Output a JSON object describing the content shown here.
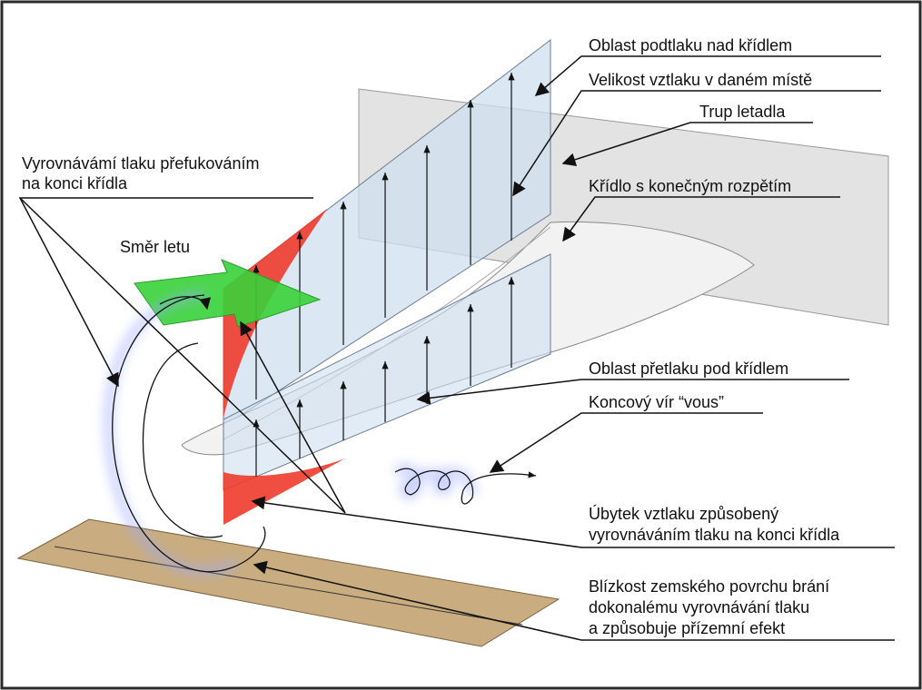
{
  "labels": {
    "suction_region": "Oblast podtlaku nad křídlem",
    "lift_magnitude": "Velikost vztlaku v daném místě",
    "fuselage": "Trup letadla",
    "pressure_equalization_1": "Vyrovnávámí tlaku přefukováním",
    "pressure_equalization_2": "na konci křídla",
    "finite_wing": "Křídlo s konečným rozpětím",
    "flight_direction": "Směr letu",
    "overpressure_region": "Oblast přetlaku pod křídlem",
    "tip_vortex": "Koncový vír “vous”",
    "lift_loss_1": "Úbytek vztlaku způsobený",
    "lift_loss_2": "vyrovnáváním tlaku na konci křídla",
    "ground_effect_1": "Blízkost zemského povrchu brání",
    "ground_effect_2": "dokonalému vyrovnávání tlaku",
    "ground_effect_3": "a způsobuje přízemní efekt"
  },
  "colors": {
    "frame_border": "#2a2a2a",
    "fuselage_plane": "#e3e3e3",
    "wing": "#f2f2f2",
    "lift_panel": "#cfe0f0",
    "loss_region": "#ee3b2c",
    "arrow_green": "#38d13a",
    "ground": "#c9ad80",
    "vortex_glow": "#9aa8ff"
  }
}
